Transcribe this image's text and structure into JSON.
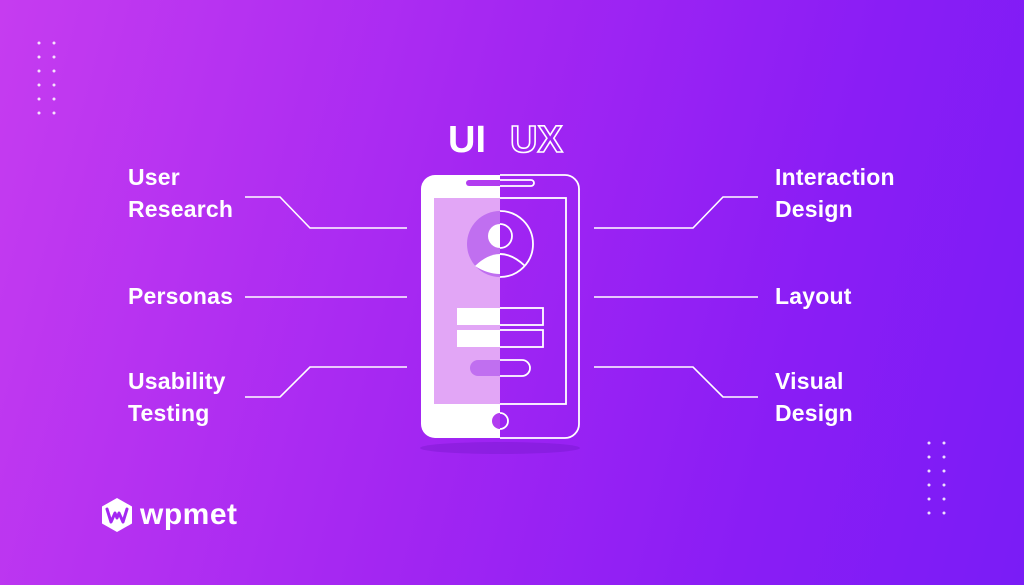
{
  "diagram": {
    "titles": {
      "ui": "UI",
      "ux": "UX"
    },
    "left_labels": [
      "User\nResearch",
      "Personas",
      "Usability\nTesting"
    ],
    "right_labels": [
      "Interaction\nDesign",
      "Layout",
      "Visual\nDesign"
    ]
  },
  "brand": {
    "name": "wpmet"
  },
  "colors": {
    "gradient_start": "#c63cf0",
    "gradient_end": "#7a1cf6",
    "phone_white": "#ffffff",
    "ui_screen": "#e2a6f6",
    "avatar_purple": "#c06ff0"
  },
  "icons": [
    "user-avatar-icon",
    "wpmet-logo-icon"
  ]
}
